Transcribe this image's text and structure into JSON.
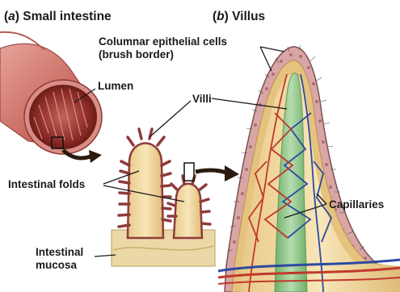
{
  "panel_a": {
    "letter": "a",
    "title": "Small intestine"
  },
  "panel_b": {
    "letter": "b",
    "title": "Villus"
  },
  "labels": {
    "lumen": "Lumen",
    "villi": "Villi",
    "intestinal_folds": "Intestinal folds",
    "intestinal_mucosa_line1": "Intestinal",
    "intestinal_mucosa_line2": "mucosa",
    "columnar_cells_line1": "Columnar epithelial cells",
    "columnar_cells_line2": "(brush border)",
    "capillaries": "Capillaries"
  },
  "colors": {
    "intestine_outer": "#c96b62",
    "intestine_inner": "#8a2a26",
    "villi_fill": "#f2d9a0",
    "villi_edge": "#8f3b3b",
    "mucosa": "#ead9a6",
    "lacteal": "#8fc48a",
    "arteriole": "#c0392b",
    "venule": "#2c4aa0",
    "epithelium": "#d9a6a6",
    "arrow": "#2b1a0f"
  }
}
